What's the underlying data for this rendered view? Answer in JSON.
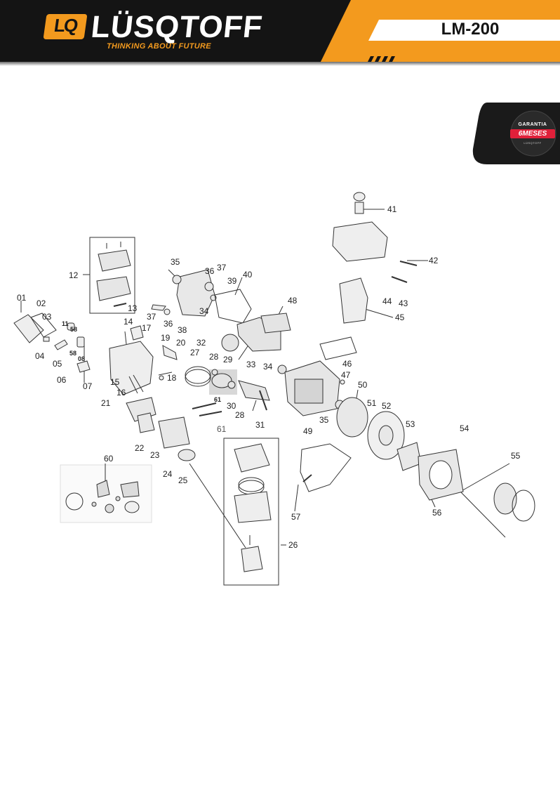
{
  "header": {
    "logo_mark": "LQ",
    "brand": "LÜSQTOFF",
    "slogan": "THINKING ABOUT FUTURE",
    "model": "LM-200",
    "colors": {
      "accent": "#f39a1e",
      "dark": "#141414",
      "badge_red": "#e0203a"
    }
  },
  "warranty_badge": {
    "line1": "GARANTIA",
    "line2": "6MESES",
    "line3": "LÜSQTOFF"
  },
  "diagram": {
    "part_labels": [
      "01",
      "02",
      "03",
      "04",
      "05",
      "06",
      "07",
      "08",
      "11",
      "12",
      "13",
      "14",
      "15",
      "16",
      "17",
      "18",
      "19",
      "20",
      "21",
      "22",
      "23",
      "24",
      "25",
      "26",
      "27",
      "28",
      "29",
      "30",
      "31",
      "32",
      "33",
      "34",
      "35",
      "36",
      "37",
      "38",
      "39",
      "40",
      "41",
      "42",
      "43",
      "44",
      "45",
      "46",
      "47",
      "48",
      "49",
      "50",
      "51",
      "52",
      "53",
      "54",
      "55",
      "56",
      "57",
      "58",
      "60",
      "61"
    ]
  }
}
